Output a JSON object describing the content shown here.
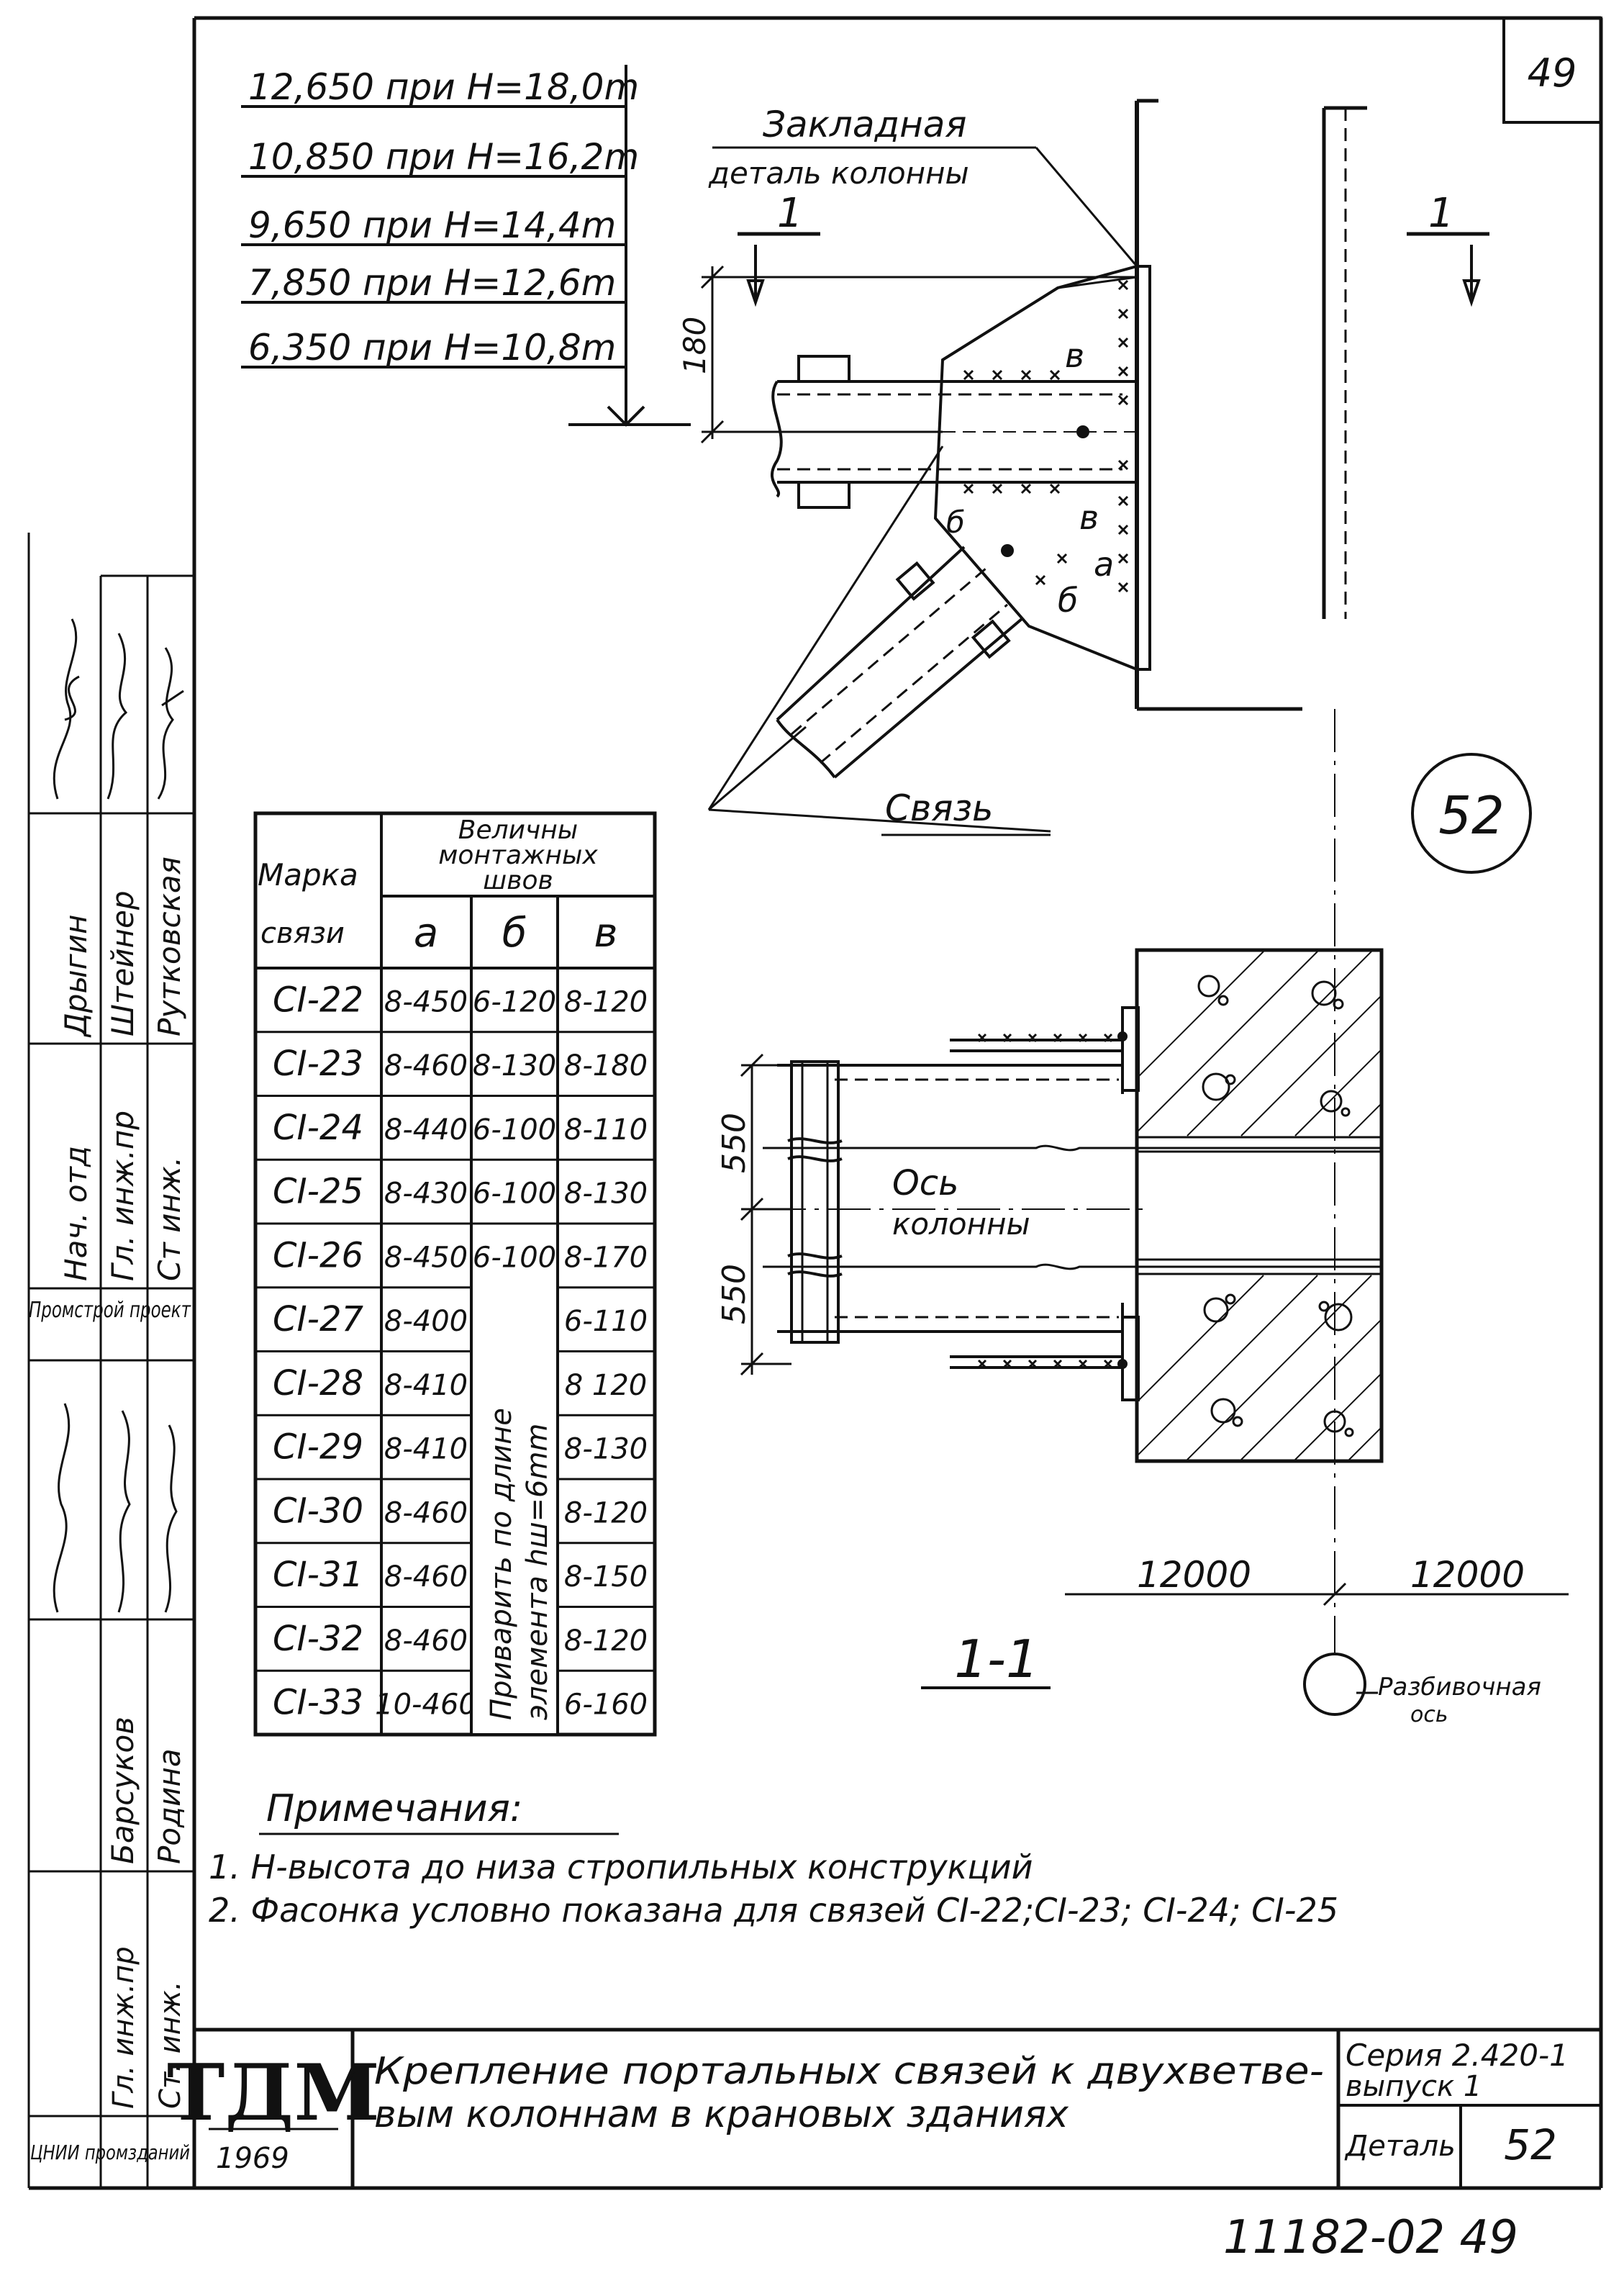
{
  "page_number": "49",
  "elevations": [
    "12,650 при Н=18,0m",
    "10,850 при Н=16,2m",
    "9,650 при Н=14,4m",
    "7,850 при Н=12,6m",
    "6,350 при Н=10,8m"
  ],
  "labels": {
    "embedded_part_1": "Закладная",
    "embedded_part_2": "деталь колонны",
    "brace": "Связь",
    "dim_180": "180",
    "dim_550_top": "550",
    "dim_550_bottom": "550",
    "axis_1": "Ось",
    "axis_2": "колонны",
    "span_left": "12000",
    "span_right": "12000",
    "section_mark": "1",
    "section_title": "1-1",
    "layout_axis_1": "Разбивочная",
    "layout_axis_2": "ось",
    "detail_circle": "52",
    "weld_a": "а",
    "weld_b": "б",
    "weld_v": "в"
  },
  "table": {
    "header_mark_1": "Марка",
    "header_mark_2": "связи",
    "header_values_1": "Величны",
    "header_values_2": "монтажных",
    "header_values_3": "швов",
    "col_a": "а",
    "col_b": "б",
    "col_v": "в",
    "merged_note_1": "Приварить по длине",
    "merged_note_2": "элемента hш=6mm",
    "rows": [
      {
        "mark": "СI-22",
        "a": "8-450",
        "b": "6-120",
        "v": "8-120"
      },
      {
        "mark": "СI-23",
        "a": "8-460",
        "b": "8-130",
        "v": "8-180"
      },
      {
        "mark": "СI-24",
        "a": "8-440",
        "b": "6-100",
        "v": "8-110"
      },
      {
        "mark": "СI-25",
        "a": "8-430",
        "b": "6-100",
        "v": "8-130"
      },
      {
        "mark": "СI-26",
        "a": "8-450",
        "b": "6-100",
        "v": "8-170"
      },
      {
        "mark": "СI-27",
        "a": "8-400",
        "b": "",
        "v": "6-110"
      },
      {
        "mark": "СI-28",
        "a": "8-410",
        "b": "",
        "v": "8 120"
      },
      {
        "mark": "СI-29",
        "a": "8-410",
        "b": "",
        "v": "8-130"
      },
      {
        "mark": "СI-30",
        "a": "8-460",
        "b": "",
        "v": "8-120"
      },
      {
        "mark": "СI-31",
        "a": "8-460",
        "b": "",
        "v": "8-150"
      },
      {
        "mark": "СI-32",
        "a": "8-460",
        "b": "",
        "v": "8-120"
      },
      {
        "mark": "СI-33",
        "a": "10-460",
        "b": "",
        "v": "6-160"
      }
    ]
  },
  "notes": {
    "title": "Примечания:",
    "items": [
      "1. Н-высота до низа стропильных конструкций",
      "2. Фасонка условно показана для связей СI-22;СI-23; СI-24; СI-25"
    ]
  },
  "side_stamp": {
    "roles": [
      "Нач. отд",
      "Гл. инж.пр",
      "Ст инж."
    ],
    "names": [
      "Дрыгин",
      "Штейнер",
      "Рутковская"
    ],
    "org": "Промстрой проект",
    "roles2": [
      "Гл. инж.пр",
      "Ст. инж."
    ],
    "names2": [
      "Барсуков",
      "Родина"
    ],
    "org2": "ЦНИИ промзданий"
  },
  "title_block": {
    "logo": "ТДМ",
    "year": "1969",
    "title_1": "Крепление портальных связей к двухветве-",
    "title_2": "вым колоннам в крановых зданиях",
    "series_1": "Серия 2.420-1",
    "series_2": "выпуск 1",
    "detail_label": "Деталь",
    "detail_number": "52"
  },
  "bottom_code": "11182-02  49"
}
